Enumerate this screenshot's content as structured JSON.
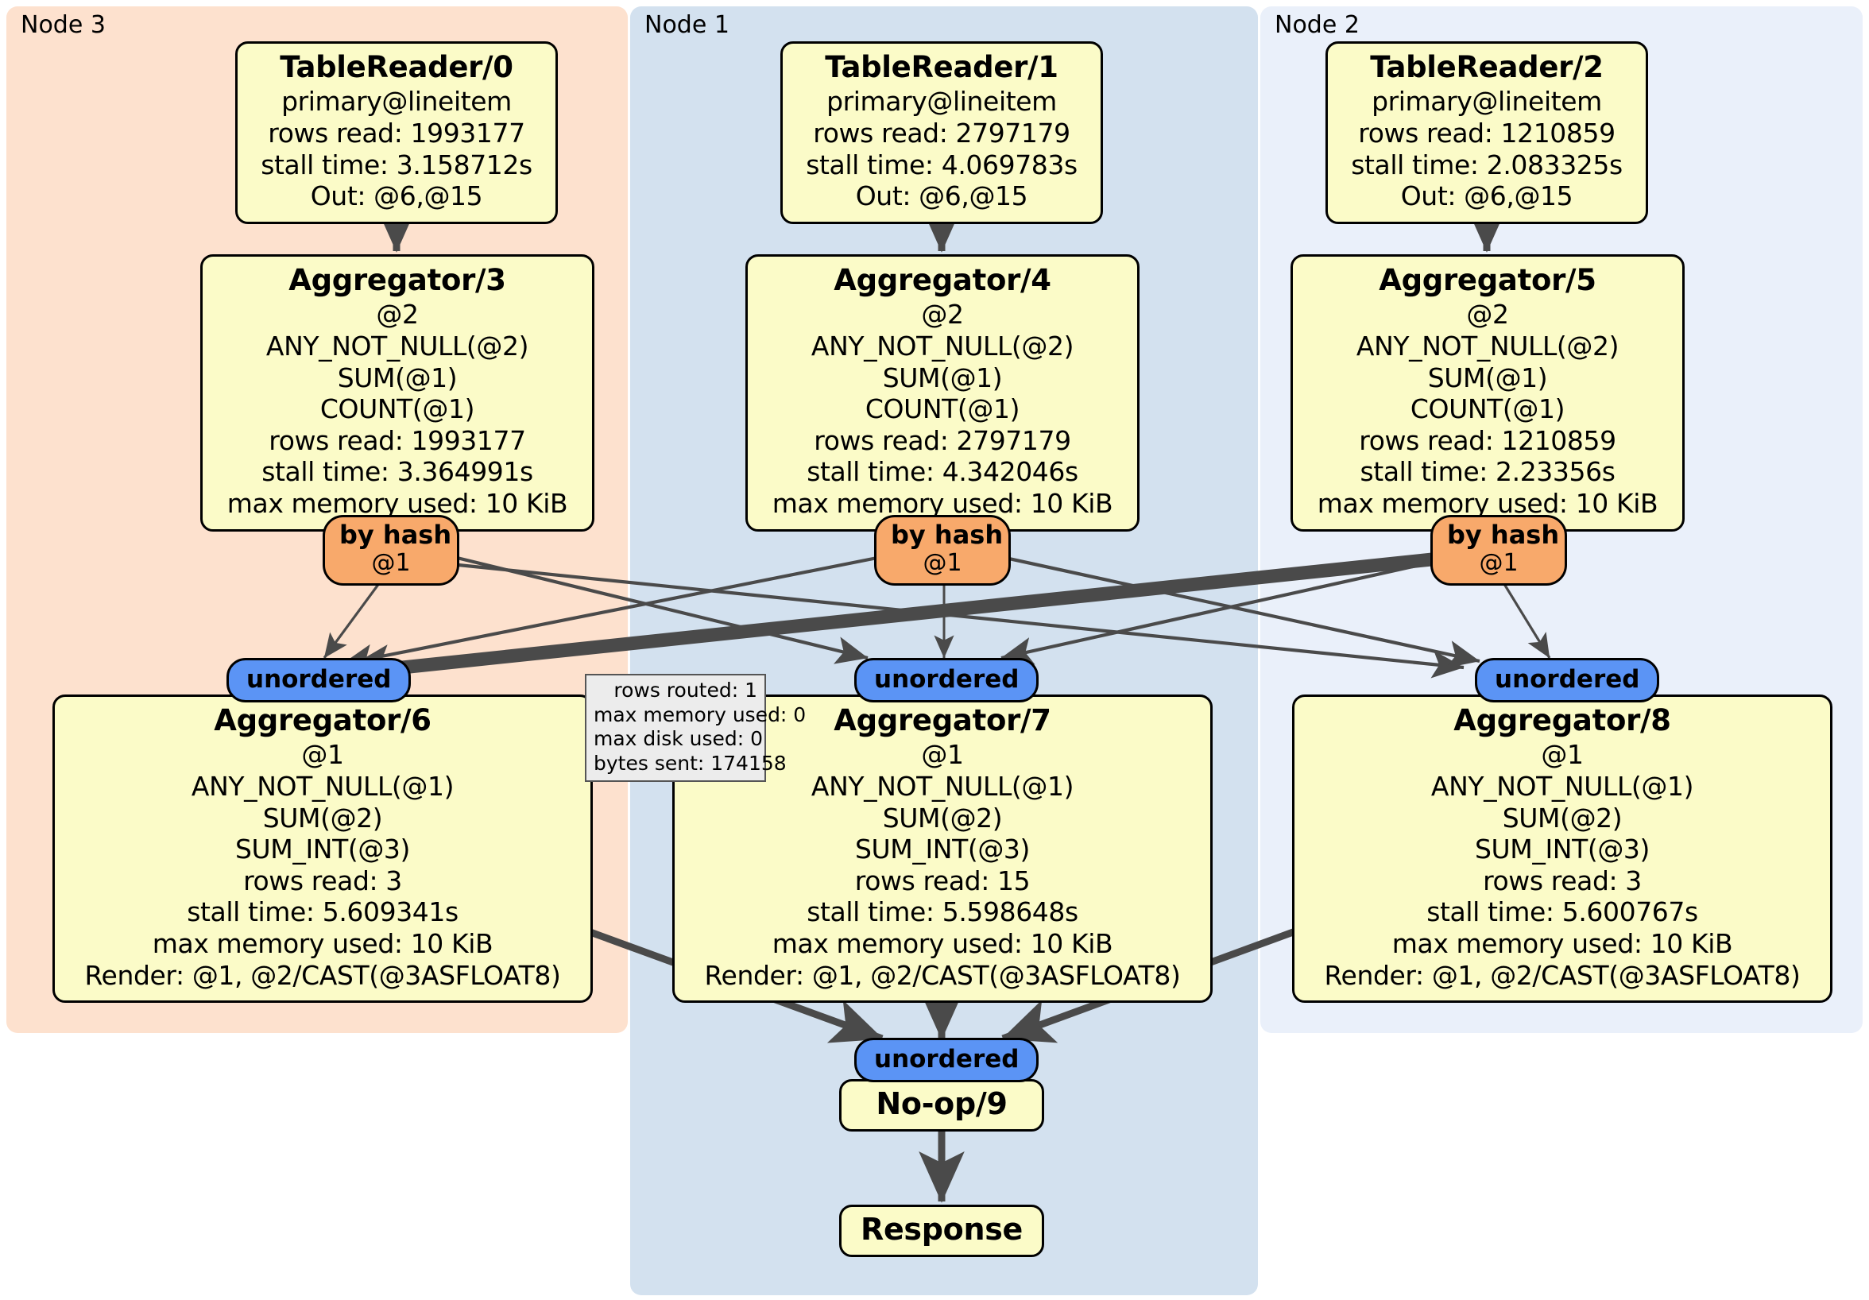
{
  "clusters": [
    {
      "label": "Node 3",
      "color": "#fde1ce"
    },
    {
      "label": "Node 1",
      "color": "#d3e1ef"
    },
    {
      "label": "Node 2",
      "color": "#eaf0fa"
    }
  ],
  "table_readers": [
    {
      "title": "TableReader/0",
      "lines": [
        "primary@lineitem",
        "rows read: 1993177",
        "stall time: 3.158712s",
        "Out: @6,@15"
      ]
    },
    {
      "title": "TableReader/1",
      "lines": [
        "primary@lineitem",
        "rows read: 2797179",
        "stall time: 4.069783s",
        "Out: @6,@15"
      ]
    },
    {
      "title": "TableReader/2",
      "lines": [
        "primary@lineitem",
        "rows read: 1210859",
        "stall time: 2.083325s",
        "Out: @6,@15"
      ]
    }
  ],
  "aggregators_mid": [
    {
      "title": "Aggregator/3",
      "lines": [
        "@2",
        "ANY_NOT_NULL(@2)",
        "SUM(@1)",
        "COUNT(@1)",
        "rows read: 1993177",
        "stall time: 3.364991s",
        "max memory used: 10 KiB"
      ]
    },
    {
      "title": "Aggregator/4",
      "lines": [
        "@2",
        "ANY_NOT_NULL(@2)",
        "SUM(@1)",
        "COUNT(@1)",
        "rows read: 2797179",
        "stall time: 4.342046s",
        "max memory used: 10 KiB"
      ]
    },
    {
      "title": "Aggregator/5",
      "lines": [
        "@2",
        "ANY_NOT_NULL(@2)",
        "SUM(@1)",
        "COUNT(@1)",
        "rows read: 1210859",
        "stall time: 2.23356s",
        "max memory used: 10 KiB"
      ]
    }
  ],
  "routers": [
    {
      "title": "by hash",
      "sub": "@1"
    },
    {
      "title": "by hash",
      "sub": "@1"
    },
    {
      "title": "by hash",
      "sub": "@1"
    }
  ],
  "streams_mid": [
    {
      "label": "unordered"
    },
    {
      "label": "unordered"
    },
    {
      "label": "unordered"
    }
  ],
  "aggregators_bottom": [
    {
      "title": "Aggregator/6",
      "lines": [
        "@1",
        "ANY_NOT_NULL(@1)",
        "SUM(@2)",
        "SUM_INT(@3)",
        "rows read: 3",
        "stall time: 5.609341s",
        "max memory used: 10 KiB",
        "Render: @1, @2/CAST(@3ASFLOAT8)"
      ]
    },
    {
      "title": "Aggregator/7",
      "lines": [
        "@1",
        "ANY_NOT_NULL(@1)",
        "SUM(@2)",
        "SUM_INT(@3)",
        "rows read: 15",
        "stall time: 5.598648s",
        "max memory used: 10 KiB",
        "Render: @1, @2/CAST(@3ASFLOAT8)"
      ]
    },
    {
      "title": "Aggregator/8",
      "lines": [
        "@1",
        "ANY_NOT_NULL(@1)",
        "SUM(@2)",
        "SUM_INT(@3)",
        "rows read: 3",
        "stall time: 5.600767s",
        "max memory used: 10 KiB",
        "Render: @1, @2/CAST(@3ASFLOAT8)"
      ]
    }
  ],
  "stats_box": {
    "lines": [
      "rows routed: 1",
      "max memory used: 0",
      "max disk used: 0",
      "bytes sent: 174158"
    ]
  },
  "final_stream": {
    "label": "unordered"
  },
  "noop": {
    "title": "No-op/9"
  },
  "response": {
    "title": "Response"
  },
  "colors": {
    "node_fill": "#fbfbc8",
    "router_fill": "#f8a96b",
    "stream_fill": "#5b94f5",
    "stats_fill": "#ececec",
    "edge": "#4a4a4a",
    "border": "#000000"
  }
}
